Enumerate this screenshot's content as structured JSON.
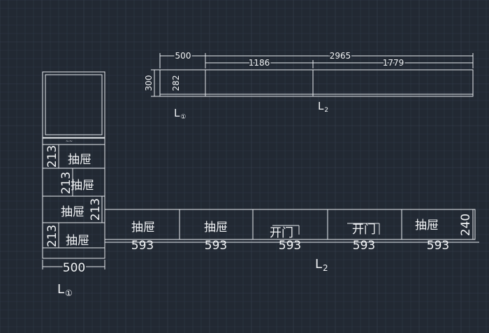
{
  "colors": {
    "background": "#222933",
    "grid": "#2e3947",
    "grid_major": "#36414f",
    "line": "#e9edf1"
  },
  "top_view": {
    "dim_total": "2965",
    "dim_left": "500",
    "dim_mid": "1186",
    "dim_right": "1779",
    "dim_height_outer": "300",
    "dim_height_inner": "282",
    "label_l1": "L",
    "label_l1_sub": "①",
    "label_l2": "L",
    "label_l2_sub": "2"
  },
  "left_column": {
    "tiny_mark": "~~",
    "dims": [
      "213",
      "213",
      "213",
      "213"
    ],
    "drawers": [
      "抽屉",
      "抽屉",
      "抽屉",
      "抽屉"
    ],
    "width_dim": "500",
    "label": "L",
    "label_sub": "①"
  },
  "bottom_row": {
    "cells": [
      {
        "label": "抽屉",
        "width": "593"
      },
      {
        "label": "抽屉",
        "width": "593"
      },
      {
        "label": "开门",
        "width": "593"
      },
      {
        "label": "开门",
        "width": "593"
      },
      {
        "label": "抽屉",
        "width": "593"
      }
    ],
    "height_dim": "240",
    "label": "L",
    "label_sub": "2"
  }
}
